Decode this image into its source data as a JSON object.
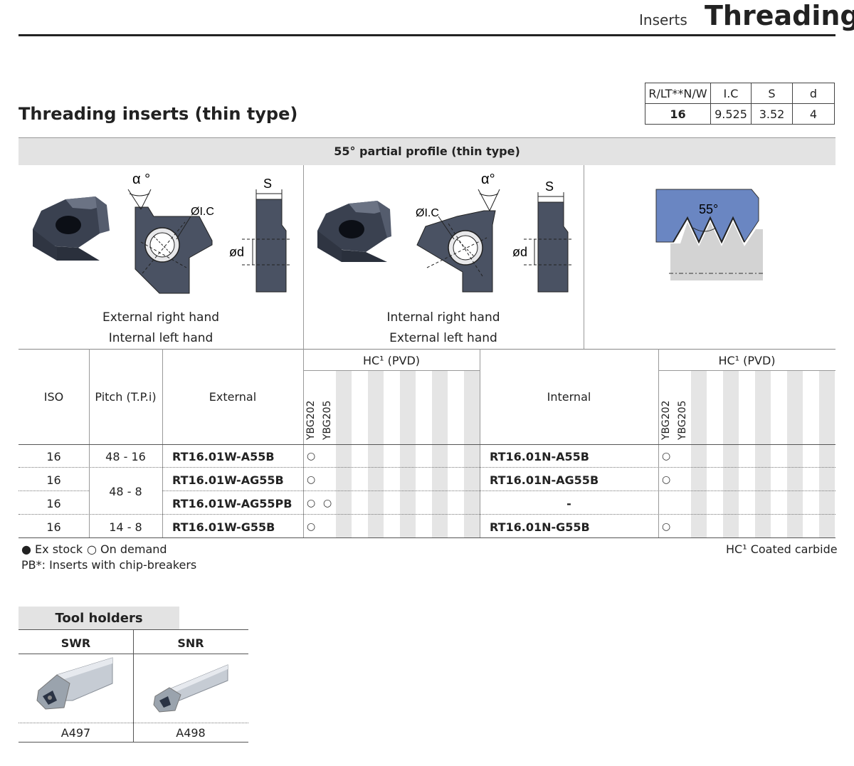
{
  "header": {
    "section": "Inserts",
    "title": "Threading"
  },
  "page_title": "Threading inserts (thin type)",
  "dims_table": {
    "headers": [
      "R/LT**N/W",
      "I.C",
      "S",
      "d"
    ],
    "row": [
      "16",
      "9.525",
      "3.52",
      "4"
    ]
  },
  "section_band": "55° partial profile (thin type)",
  "figures": {
    "left": {
      "caption1": "External right hand",
      "caption2": "Internal left hand",
      "alpha": "α °",
      "ic": "ØI.C",
      "s": "S",
      "d": "ød"
    },
    "middle": {
      "caption1": "Internal right hand",
      "caption2": "External left hand",
      "alpha": "α°",
      "ic": "ØI.C",
      "s": "S",
      "d": "ød"
    },
    "right": {
      "angle": "55°"
    }
  },
  "main_table": {
    "headers": {
      "iso": "ISO",
      "pitch": "Pitch (T.P.i)",
      "external": "External",
      "internal": "Internal",
      "hc_left": "HC¹ (PVD)",
      "hc_right": "HC¹ (PVD)"
    },
    "grades": [
      "YBG202",
      "YBG205"
    ],
    "rows": [
      {
        "iso": "16",
        "pitch": "48 - 16",
        "external": "RT16.01W-A55B",
        "ext_marks": [
          "○",
          ""
        ],
        "internal": "RT16.01N-A55B",
        "int_marks": [
          "○",
          ""
        ]
      },
      {
        "iso": "16",
        "pitch": "",
        "external": "RT16.01W-AG55B",
        "ext_marks": [
          "○",
          ""
        ],
        "internal": "RT16.01N-AG55B",
        "int_marks": [
          "○",
          ""
        ]
      },
      {
        "iso": "16",
        "pitch": "",
        "external": "RT16.01W-AG55PB",
        "ext_marks": [
          "○",
          "○"
        ],
        "internal": "-",
        "int_marks": [
          "",
          ""
        ]
      },
      {
        "iso": "16",
        "pitch": "14 - 8",
        "external": "RT16.01W-G55B",
        "ext_marks": [
          "○",
          ""
        ],
        "internal": "RT16.01N-G55B",
        "int_marks": [
          "○",
          ""
        ]
      }
    ],
    "merged_pitch": "48 - 8"
  },
  "legend": {
    "stock": "● Ex stock",
    "demand": "○ On demand",
    "pb": "PB*: Inserts with chip-breakers",
    "hc": "HC¹ Coated carbide"
  },
  "tool_holders": {
    "title": "Tool holders",
    "items": [
      {
        "name": "SWR",
        "page": "A497"
      },
      {
        "name": "SNR",
        "page": "A498"
      }
    ]
  }
}
